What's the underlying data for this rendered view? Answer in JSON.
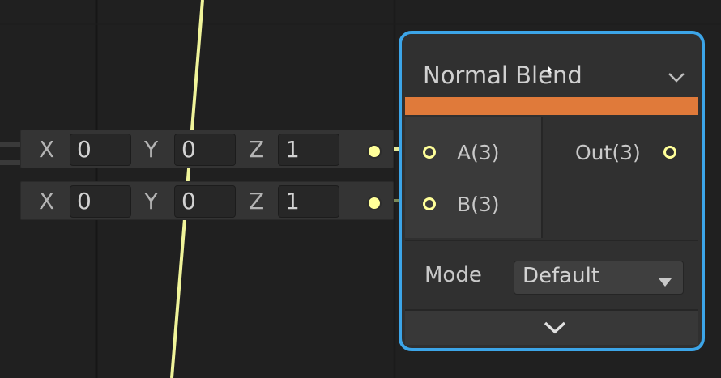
{
  "vector_rows": [
    {
      "x_label": "X",
      "x_value": "0",
      "y_label": "Y",
      "y_value": "0",
      "z_label": "Z",
      "z_value": "1"
    },
    {
      "x_label": "X",
      "x_value": "0",
      "y_label": "Y",
      "y_value": "0",
      "z_label": "Z",
      "z_value": "1"
    }
  ],
  "node": {
    "title": "Normal Blend",
    "header_color": "#e07a3a",
    "border_color": "#3ca5e8",
    "inputs": [
      {
        "label": "A(3)"
      },
      {
        "label": "B(3)"
      }
    ],
    "outputs": [
      {
        "label": "Out(3)"
      }
    ],
    "mode": {
      "label": "Mode",
      "value": "Default"
    }
  },
  "colors": {
    "wire": "#ffff99",
    "background": "#202020"
  },
  "icons": {
    "collapse": "chevron-down-icon",
    "expand": "chevron-down-icon",
    "dropdown": "triangle-down-icon"
  }
}
